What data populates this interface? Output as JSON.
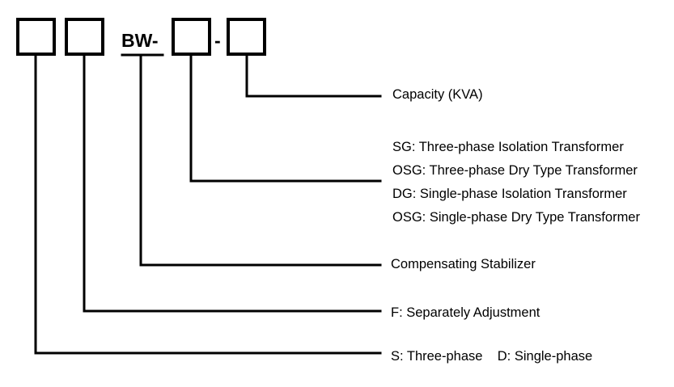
{
  "code": {
    "prefix": "BW-",
    "separator": "-"
  },
  "labels": {
    "capacity": "Capacity (KVA)",
    "sg": "SG: Three-phase Isolation Transformer",
    "osg_three": "OSG: Three-phase Dry Type Transformer",
    "dg": "DG: Single-phase Isolation Transformer",
    "osg_single": "OSG: Single-phase Dry Type Transformer",
    "compensating": "Compensating Stabilizer",
    "separately": "F: Separately Adjustment",
    "phase": "S: Three-phase    D: Single-phase"
  }
}
